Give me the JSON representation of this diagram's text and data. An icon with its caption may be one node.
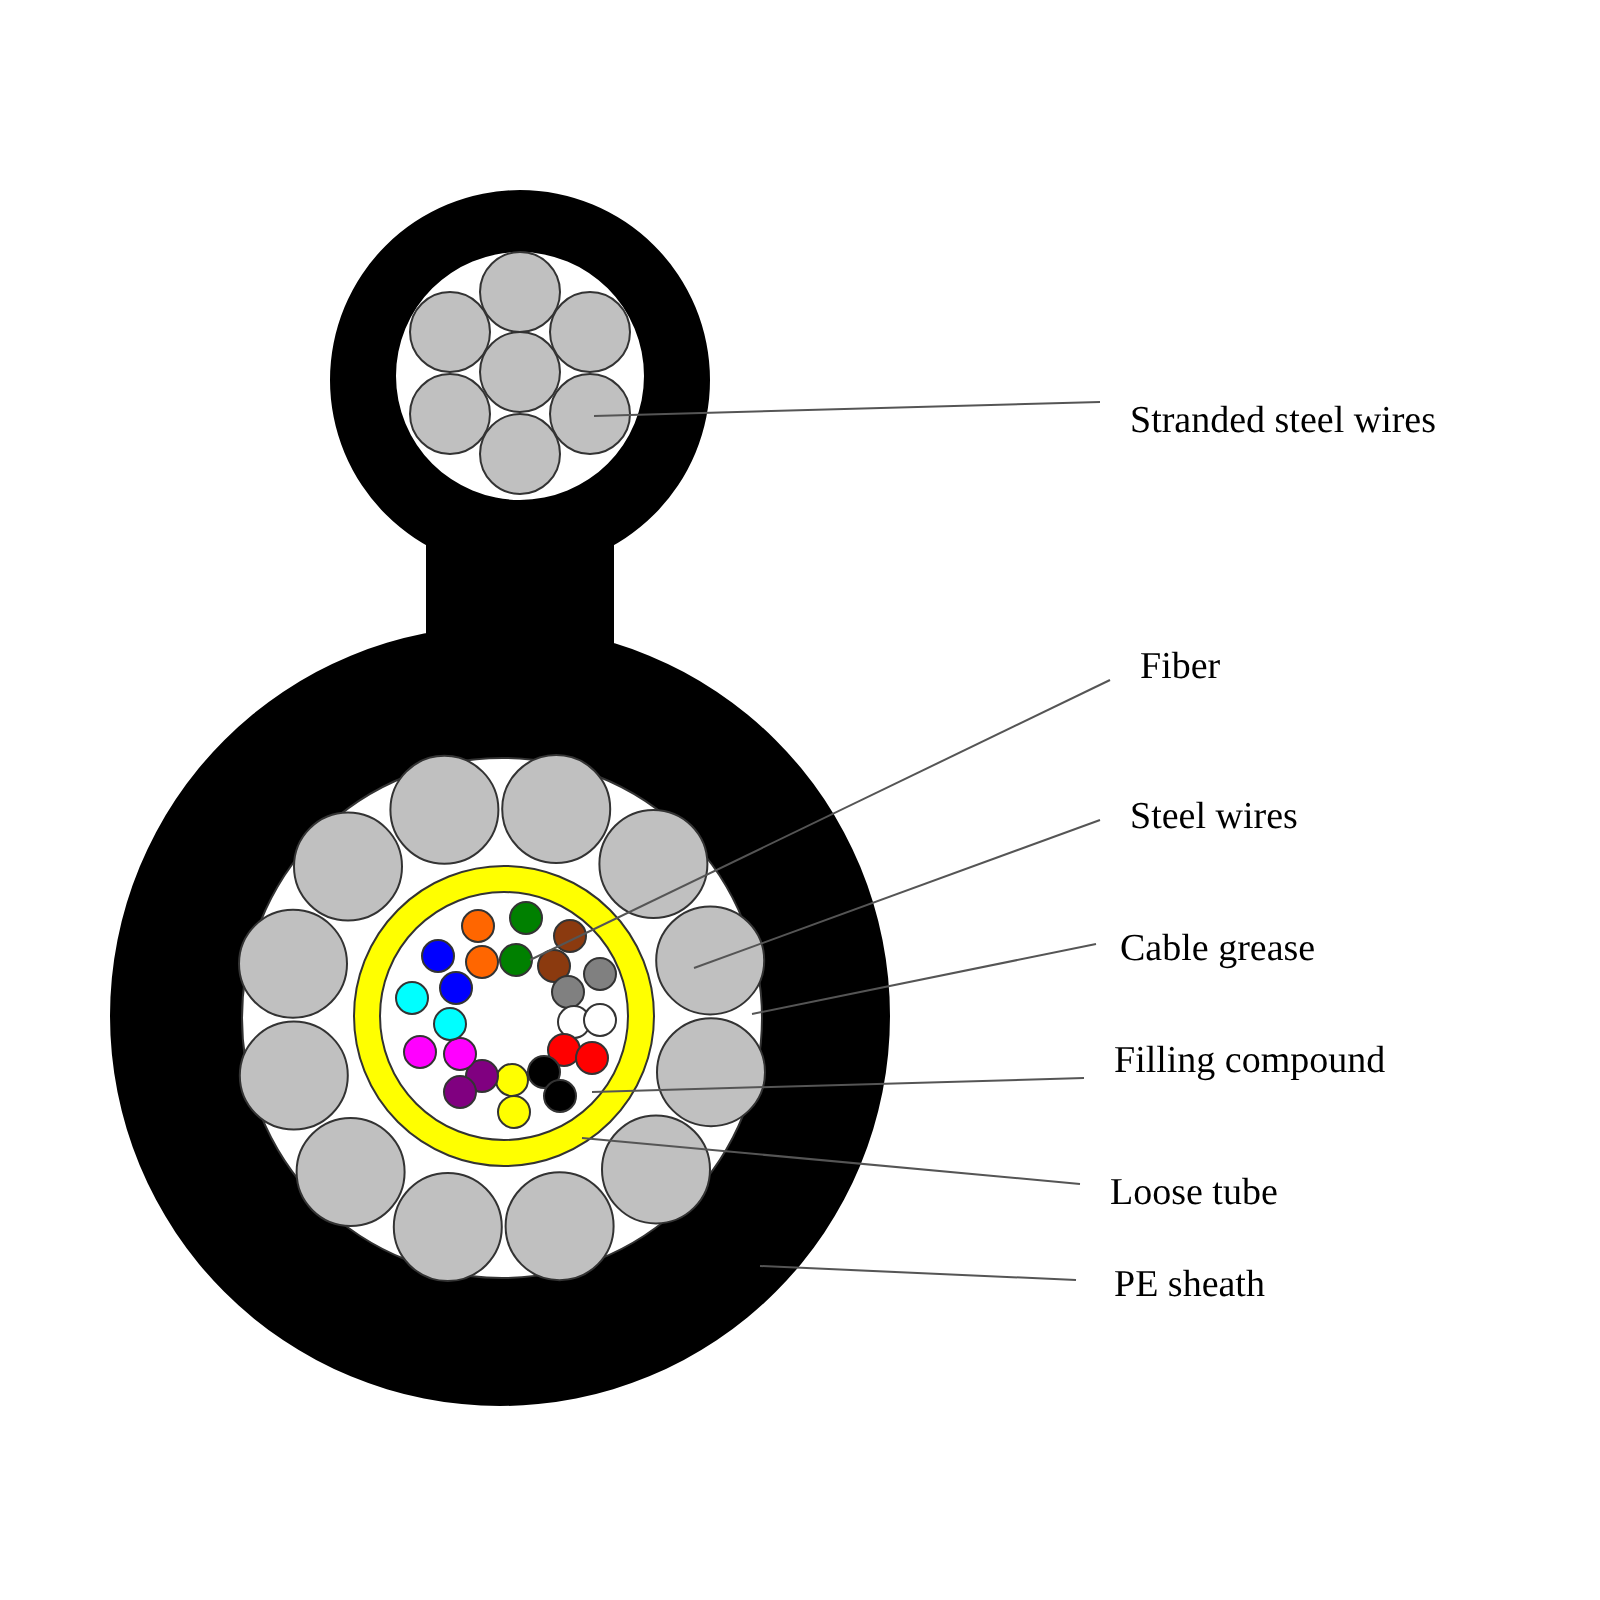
{
  "diagram": {
    "nodes": [
      {
        "text": [
          "Stranded steel wires"
        ]
      },
      {
        "text": [
          "Fiber"
        ]
      },
      {
        "text": [
          "Steel wires"
        ]
      },
      {
        "text": [
          "Cable grease"
        ]
      },
      {
        "text": [
          "Filling compound"
        ]
      },
      {
        "text": [
          "Loose tube"
        ]
      },
      {
        "text": [
          "PE sheath"
        ]
      },
      {
        "text": [],
        "shape": "circle"
      },
      {
        "text": [],
        "shape": "circle",
        "in": 7
      },
      {
        "text": [],
        "shape": "circle",
        "in": 7
      },
      {
        "text": [],
        "shape": "circle",
        "in": 9
      },
      {
        "text": [],
        "shape": "circle",
        "in": 9
      },
      {
        "text": [],
        "shape": "circle",
        "in": 11
      },
      {
        "text": [],
        "shape": "circle",
        "in": 12
      }
    ],
    "edges": [
      {
        "from": 0,
        "to": 8,
        "arrow": "none"
      },
      {
        "from": 1,
        "to": 13,
        "arrow": "none"
      },
      {
        "from": 2,
        "to": 10,
        "arrow": "none"
      },
      {
        "from": 3,
        "to": 9,
        "arrow": "none"
      },
      {
        "from": 4,
        "to": 12,
        "arrow": "none"
      },
      {
        "from": 5,
        "to": 11,
        "arrow": "none"
      },
      {
        "from": 6,
        "to": 7,
        "arrow": "none"
      }
    ]
  }
}
